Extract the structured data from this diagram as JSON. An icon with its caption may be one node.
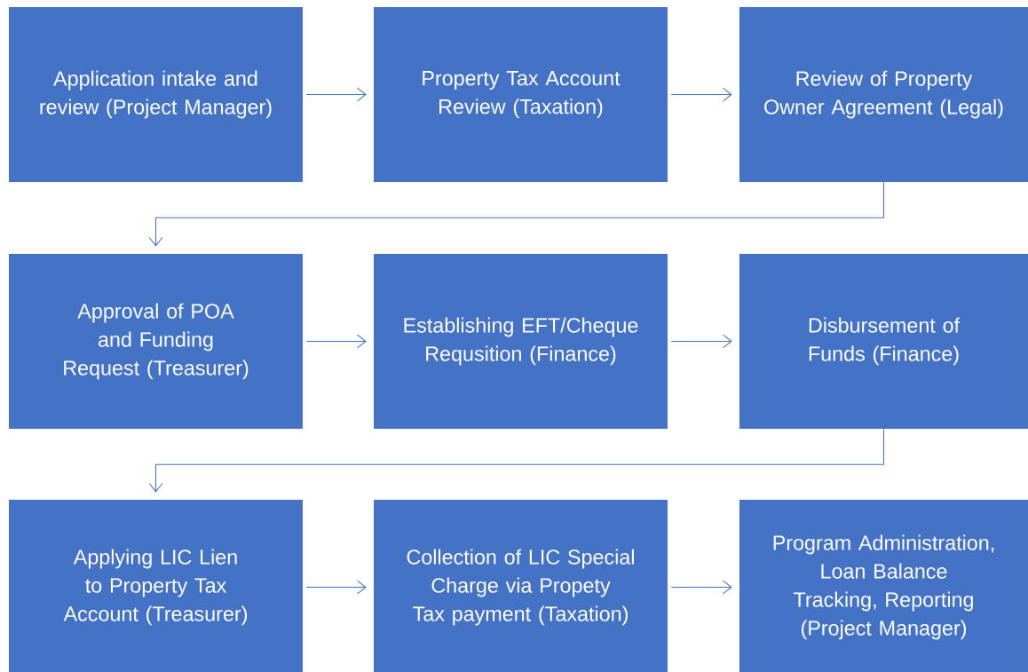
{
  "diagram": {
    "nodes": [
      {
        "text": [
          "Application intake and review (Project Manager)"
        ]
      },
      {
        "text": [
          "Property Tax Account Review (Taxation)"
        ]
      },
      {
        "text": [
          "Review of Property Owner Agreement (Legal)"
        ]
      },
      {
        "text": [
          "Approval of POA and Funding Request (Treasurer)"
        ]
      },
      {
        "text": [
          "Establishing EFT/Cheque Requsition (Finance)"
        ]
      },
      {
        "text": [
          "Disbursement of Funds (Finance)"
        ]
      },
      {
        "text": [
          "Applying LIC Lien to Property Tax Account (Treasurer)"
        ]
      },
      {
        "text": [
          "Collection of LIC Special Charge via Propety Tax payment (Taxation)"
        ]
      },
      {
        "text": [
          "Program Administration, Loan Balance Tracking, Reporting (Project Manager)"
        ]
      }
    ],
    "edges": [
      {
        "from": 0,
        "to": 1,
        "arrow": "to"
      },
      {
        "from": 1,
        "to": 2,
        "arrow": "to"
      },
      {
        "from": 2,
        "to": 3,
        "arrow": "to"
      },
      {
        "from": 3,
        "to": 4,
        "arrow": "to"
      },
      {
        "from": 4,
        "to": 5,
        "arrow": "to"
      },
      {
        "from": 5,
        "to": 6,
        "arrow": "to"
      },
      {
        "from": 6,
        "to": 7,
        "arrow": "to"
      },
      {
        "from": 7,
        "to": 8,
        "arrow": "to"
      }
    ]
  }
}
